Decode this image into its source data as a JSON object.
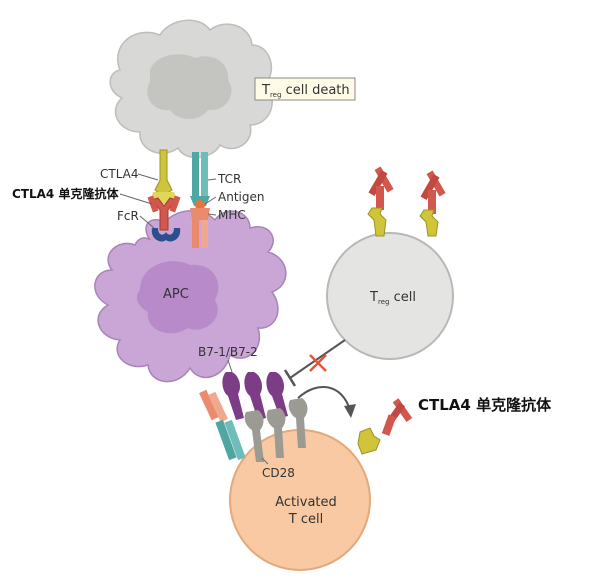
{
  "labels": {
    "treg_death_main": "T",
    "treg_death_sub": "reg",
    "treg_death_rest": " cell death",
    "ctla4": "CTLA4",
    "ctla4_antibody_left": "CTLA4 单克隆抗体",
    "fcr": "FcR",
    "tcr": "TCR",
    "antigen": "Antigen",
    "mhc": "MHC",
    "apc": "APC",
    "b7": "B7-1/B7-2",
    "treg_main": "T",
    "treg_sub": "reg",
    "treg_rest": " cell",
    "ctla4_antibody_right": "CTLA4 单克隆抗体",
    "cd28": "CD28",
    "activated_line1": "Activated",
    "activated_line2": "T cell"
  },
  "colors": {
    "treg_dying_cell": "#d8d8d6",
    "apc_cell": "#c9a6d6",
    "apc_nucleus": "#b98ac9",
    "treg_cell": "#e4e4e2",
    "activated_cell": "#f8c9a2",
    "antibody_red": "#d2574d",
    "ctla4_yellow": "#cfc43a",
    "tcr_teal": "#4fa7a4",
    "mhc_orange": "#e98b6c",
    "b7_purple": "#7c3d86",
    "cd28_gray": "#9b9a93",
    "fcr_blue": "#2d4f8c",
    "inhibit_red": "#e4553f"
  }
}
